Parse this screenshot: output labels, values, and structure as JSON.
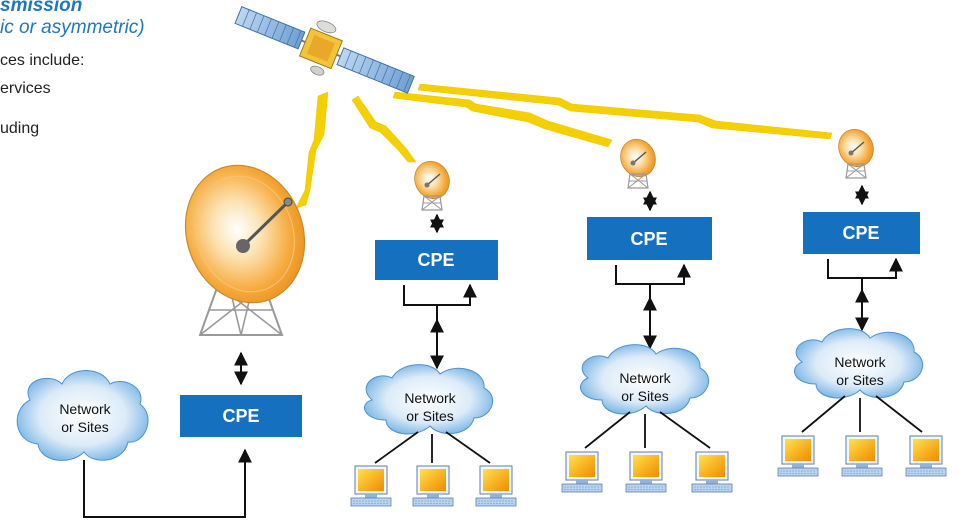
{
  "text": {
    "heading_line1": "smission",
    "heading_line2": "ic or asymmetric)",
    "body_lines": [
      "ces include:",
      "ervices",
      "uding"
    ]
  },
  "labels": {
    "cpe": "CPE",
    "network_line1": "Network",
    "network_line2": "or Sites"
  },
  "colors": {
    "heading": "#1f77bf",
    "cpe_box": "#1570c0",
    "signal": "#f5d000",
    "screen": "#f59f00"
  }
}
